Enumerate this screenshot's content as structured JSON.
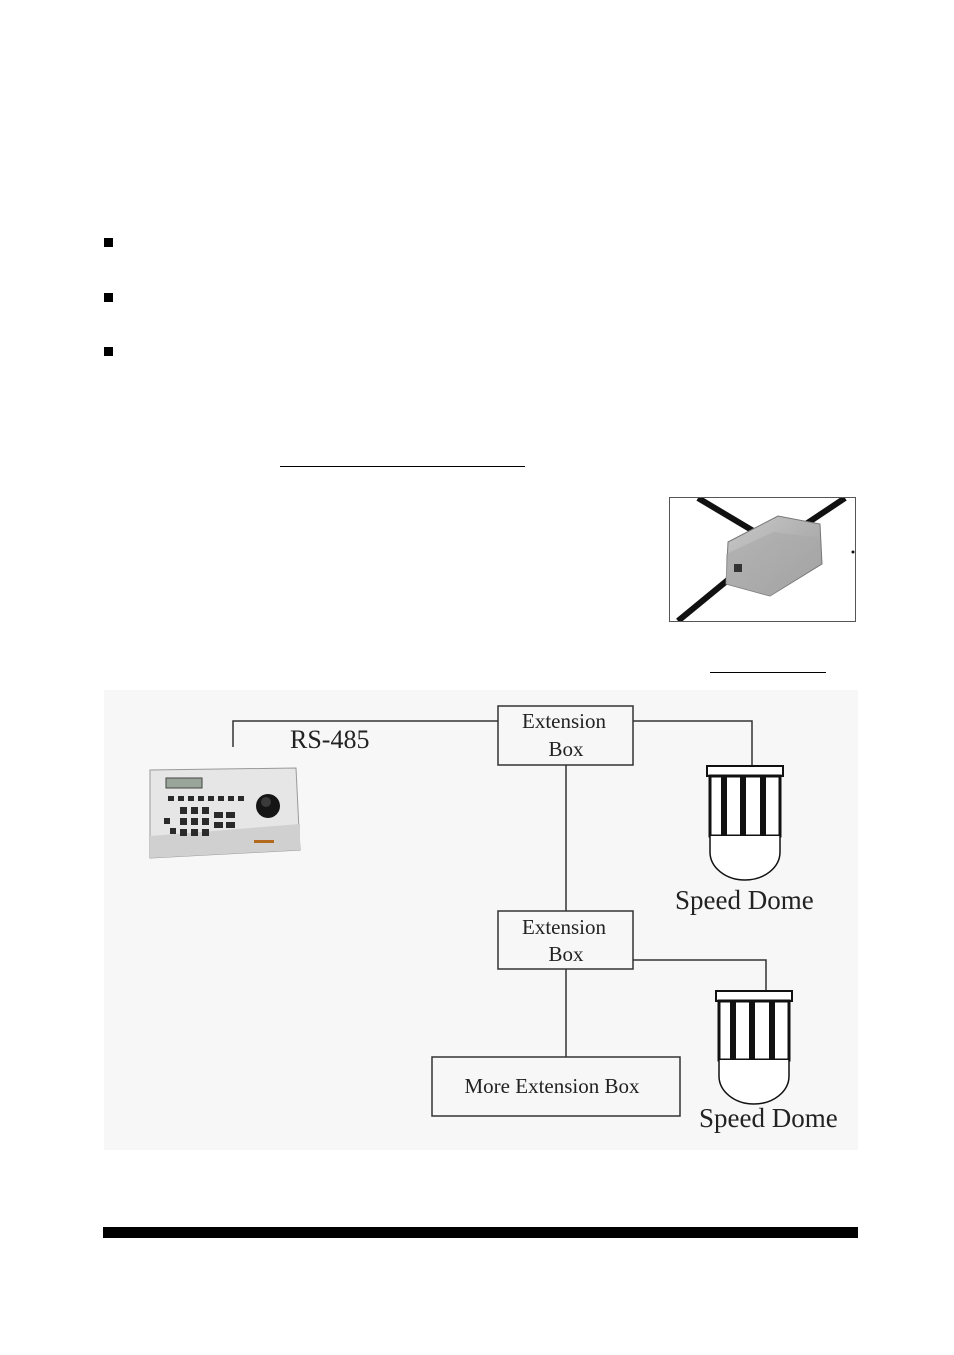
{
  "diagram": {
    "rs485_label": "RS-485",
    "ext_box_1": {
      "line1": "Extension",
      "line2": "Box"
    },
    "ext_box_2": {
      "line1": "Extension",
      "line2": "Box"
    },
    "more_box": "More Extension Box",
    "dome_1_label": "Speed Dome",
    "dome_2_label": "Speed Dome"
  }
}
